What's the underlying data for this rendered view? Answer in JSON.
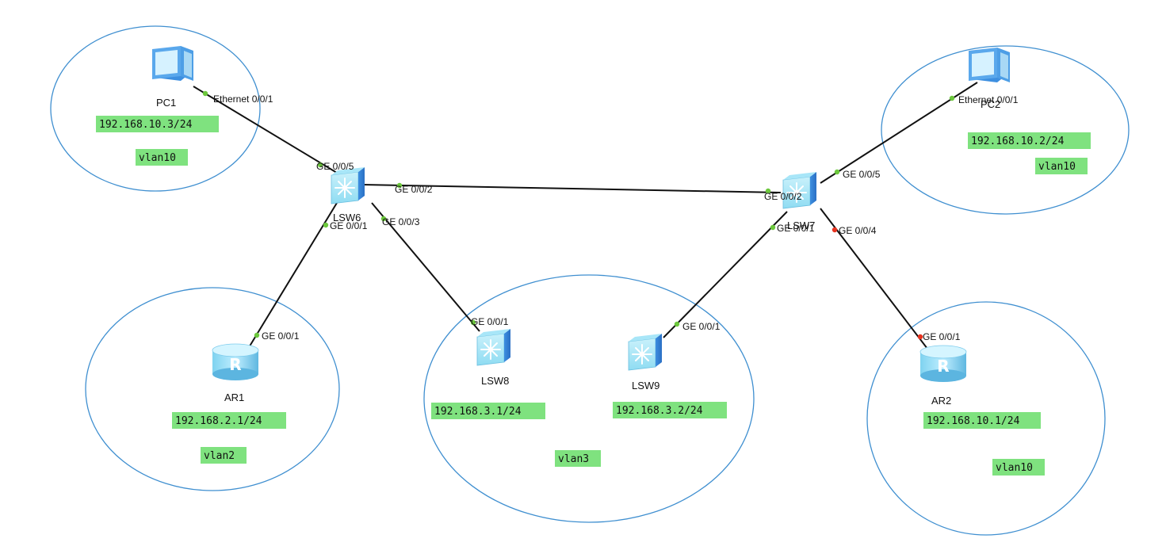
{
  "devices": {
    "pc1": {
      "label": "PC1",
      "icon": "pc-icon"
    },
    "pc2": {
      "label": "PC2",
      "icon": "pc-icon"
    },
    "lsw6": {
      "label": "LSW6",
      "icon": "switch-icon"
    },
    "lsw7": {
      "label": "LSW7",
      "icon": "switch-icon"
    },
    "lsw8": {
      "label": "LSW8",
      "icon": "switch-icon"
    },
    "lsw9": {
      "label": "LSW9",
      "icon": "switch-icon"
    },
    "ar1": {
      "label": "AR1",
      "icon": "router-icon"
    },
    "ar2": {
      "label": "AR2",
      "icon": "router-icon"
    }
  },
  "links": [
    {
      "from": "PC1",
      "from_port": "Ethernet 0/0/1",
      "to": "LSW6",
      "to_port": "GE 0/0/5",
      "status": "up"
    },
    {
      "from": "LSW6",
      "from_port": "GE 0/0/2",
      "to": "LSW7",
      "to_port": "GE 0/0/2",
      "status": "up"
    },
    {
      "from": "LSW6",
      "from_port": "GE 0/0/1",
      "to": "AR1",
      "to_port": "GE 0/0/1",
      "status": "up"
    },
    {
      "from": "LSW6",
      "from_port": "GE 0/0/3",
      "to": "LSW8",
      "to_port": "GE 0/0/1",
      "status": "up"
    },
    {
      "from": "PC2",
      "from_port": "Ethernet 0/0/1",
      "to": "LSW7",
      "to_port": "GE 0/0/5",
      "status": "up"
    },
    {
      "from": "LSW7",
      "from_port": "GE 0/0/1",
      "to": "LSW9",
      "to_port": "GE 0/0/1",
      "status": "up"
    },
    {
      "from": "LSW7",
      "from_port": "GE 0/0/4",
      "to": "AR2",
      "to_port": "GE 0/0/1",
      "status": "down"
    }
  ],
  "tags": {
    "pc1_ip": "192.168.10.3/24",
    "pc1_vlan": "vlan10",
    "pc2_ip": "192.168.10.2/24",
    "pc2_vlan": "vlan10",
    "ar1_ip": "192.168.2.1/24",
    "ar1_vlan": "vlan2",
    "lsw8_ip": "192.168.3.1/24",
    "lsw9_ip": "192.168.3.2/24",
    "center_vlan": "vlan3",
    "ar2_ip": "192.168.10.1/24",
    "ar2_vlan": "vlan10"
  },
  "colors": {
    "link": "#111111",
    "port_up": "#6cc83c",
    "port_down": "#e8321e",
    "zone_outline": "#3f8fd0",
    "tag_fill": "#7fe27f"
  }
}
